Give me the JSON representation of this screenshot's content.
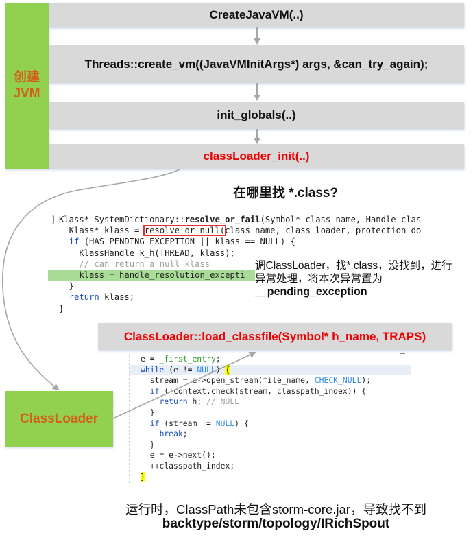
{
  "jvm_group": {
    "label_line1": "创建",
    "label_line2": "JVM",
    "color": "#92d050",
    "text_color": "#d2601a"
  },
  "steps": [
    {
      "label": "CreateJavaVM(..)",
      "highlight": false
    },
    {
      "label": "Threads::create_vm((JavaVMInitArgs*) args, &can_try_again);",
      "highlight": false
    },
    {
      "label": "init_globals(..)",
      "highlight": false
    },
    {
      "label": "classLoader_init(..)",
      "highlight": true
    }
  ],
  "question": "在哪里找 *.class?",
  "code_resolve": {
    "lines": [
      {
        "gutter": "]",
        "text": "Klass* SystemDictionary::resolve_or_fail(Symbol* class_name, Handle clas"
      },
      {
        "gutter": "",
        "text": "  Klass* klass = resolve_or_null(class_name, class_loader, protection_do"
      },
      {
        "gutter": "",
        "text": "  if (HAS_PENDING_EXCEPTION || klass == NULL) {"
      },
      {
        "gutter": "",
        "text": "    KlassHandle k_h(THREAD, klass);"
      },
      {
        "gutter": "",
        "text": "    // can return a null klass"
      },
      {
        "gutter": "",
        "text": "    klass = handle_resolution_excepti"
      },
      {
        "gutter": "",
        "text": "  }"
      },
      {
        "gutter": "",
        "text": "  return klass;"
      },
      {
        "gutter": "-",
        "text": "}"
      }
    ],
    "boxed_call": "resolve_or_null(",
    "highlighted_line_index": 5
  },
  "annotation": {
    "line1": "调ClassLoader，找*.class，没找到，进行",
    "line2": "异常处理，将本次异常置为",
    "line3": "__pending_exception"
  },
  "load_classfile": {
    "label": "ClassLoader::load_classfile(Symbol* h_name, TRAPS)"
  },
  "code_load": {
    "lines": [
      "e = _first_entry;",
      "while (e != NULL) {",
      "  stream = e->open_stream(file_name, CHECK_NULL);",
      "  if (!context.check(stream, classpath_index)) {",
      "    return h; // NULL",
      "  }",
      "  if (stream != NULL) {",
      "    break;",
      "  }",
      "  e = e->next();",
      "  ++classpath_index;",
      "}"
    ]
  },
  "classloader_box": {
    "label": "ClassLoader"
  },
  "conclusion": {
    "line1": "运行时，ClassPath未包含storm-core.jar，导致找不到",
    "line2": "backtype/storm/topology/IRichSpout"
  }
}
